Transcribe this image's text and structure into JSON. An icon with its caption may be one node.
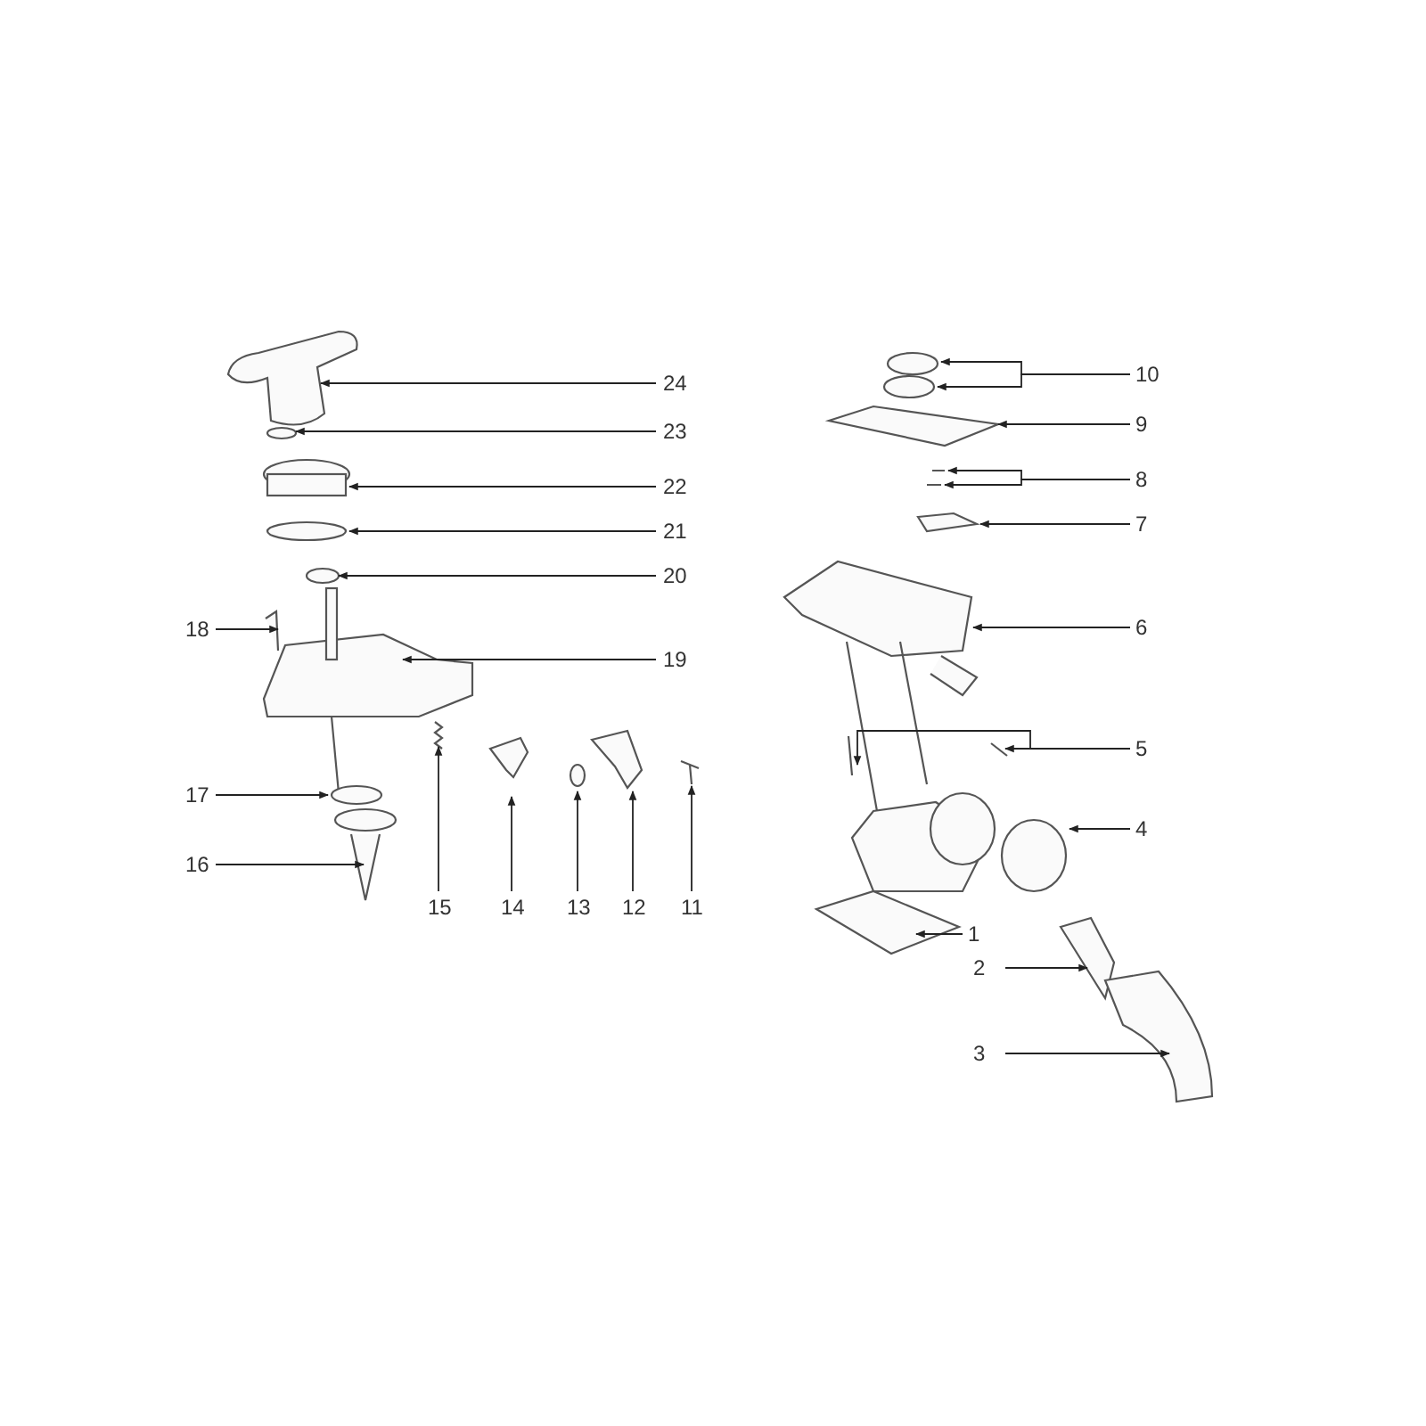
{
  "diagram": {
    "nodes": [
      {
        "text": [
          "24"
        ]
      },
      {
        "text": [
          "23"
        ]
      },
      {
        "text": [
          "22"
        ]
      },
      {
        "text": [
          "21"
        ]
      },
      {
        "text": [
          "20"
        ]
      },
      {
        "text": [
          "18"
        ]
      },
      {
        "text": [
          "19"
        ]
      },
      {
        "text": [
          "17"
        ]
      },
      {
        "text": [
          "16"
        ]
      },
      {
        "text": [
          "15"
        ]
      },
      {
        "text": [
          "14"
        ]
      },
      {
        "text": [
          "13"
        ]
      },
      {
        "text": [
          "12"
        ]
      },
      {
        "text": [
          "11"
        ]
      },
      {
        "text": [
          "10"
        ]
      },
      {
        "text": [
          "9"
        ]
      },
      {
        "text": [
          "8"
        ]
      },
      {
        "text": [
          "7"
        ]
      },
      {
        "text": [
          "6"
        ]
      },
      {
        "text": [
          "5"
        ]
      },
      {
        "text": [
          "4"
        ]
      },
      {
        "text": [
          "1"
        ]
      },
      {
        "text": [
          "2"
        ]
      },
      {
        "text": [
          "3"
        ]
      }
    ],
    "edges": [
      {
        "from": 0,
        "to": null,
        "arrow": "to"
      },
      {
        "from": 1,
        "to": null,
        "arrow": "to"
      },
      {
        "from": 2,
        "to": null,
        "arrow": "to"
      },
      {
        "from": 3,
        "to": null,
        "arrow": "to"
      },
      {
        "from": 4,
        "to": null,
        "arrow": "to"
      },
      {
        "from": 5,
        "to": null,
        "arrow": "to"
      },
      {
        "from": 6,
        "to": null,
        "arrow": "to"
      },
      {
        "from": 7,
        "to": null,
        "arrow": "to"
      },
      {
        "from": 8,
        "to": null,
        "arrow": "to"
      },
      {
        "from": 9,
        "to": null,
        "arrow": "to"
      },
      {
        "from": 10,
        "to": null,
        "arrow": "to"
      },
      {
        "from": 11,
        "to": null,
        "arrow": "to"
      },
      {
        "from": 12,
        "to": null,
        "arrow": "to"
      },
      {
        "from": 13,
        "to": null,
        "arrow": "to"
      },
      {
        "from": 14,
        "to": null,
        "arrow": "to"
      },
      {
        "from": 14,
        "to": null,
        "arrow": "to"
      },
      {
        "from": 15,
        "to": null,
        "arrow": "to"
      },
      {
        "from": 16,
        "to": null,
        "arrow": "to"
      },
      {
        "from": 16,
        "to": null,
        "arrow": "to"
      },
      {
        "from": 17,
        "to": null,
        "arrow": "to"
      },
      {
        "from": 18,
        "to": null,
        "arrow": "to"
      },
      {
        "from": 19,
        "to": null,
        "arrow": "to"
      },
      {
        "from": 19,
        "to": null,
        "arrow": "to"
      },
      {
        "from": 20,
        "to": null,
        "arrow": "to"
      },
      {
        "from": 21,
        "to": null,
        "arrow": "to"
      },
      {
        "from": 22,
        "to": null,
        "arrow": "to"
      },
      {
        "from": 23,
        "to": null,
        "arrow": "to"
      }
    ]
  }
}
